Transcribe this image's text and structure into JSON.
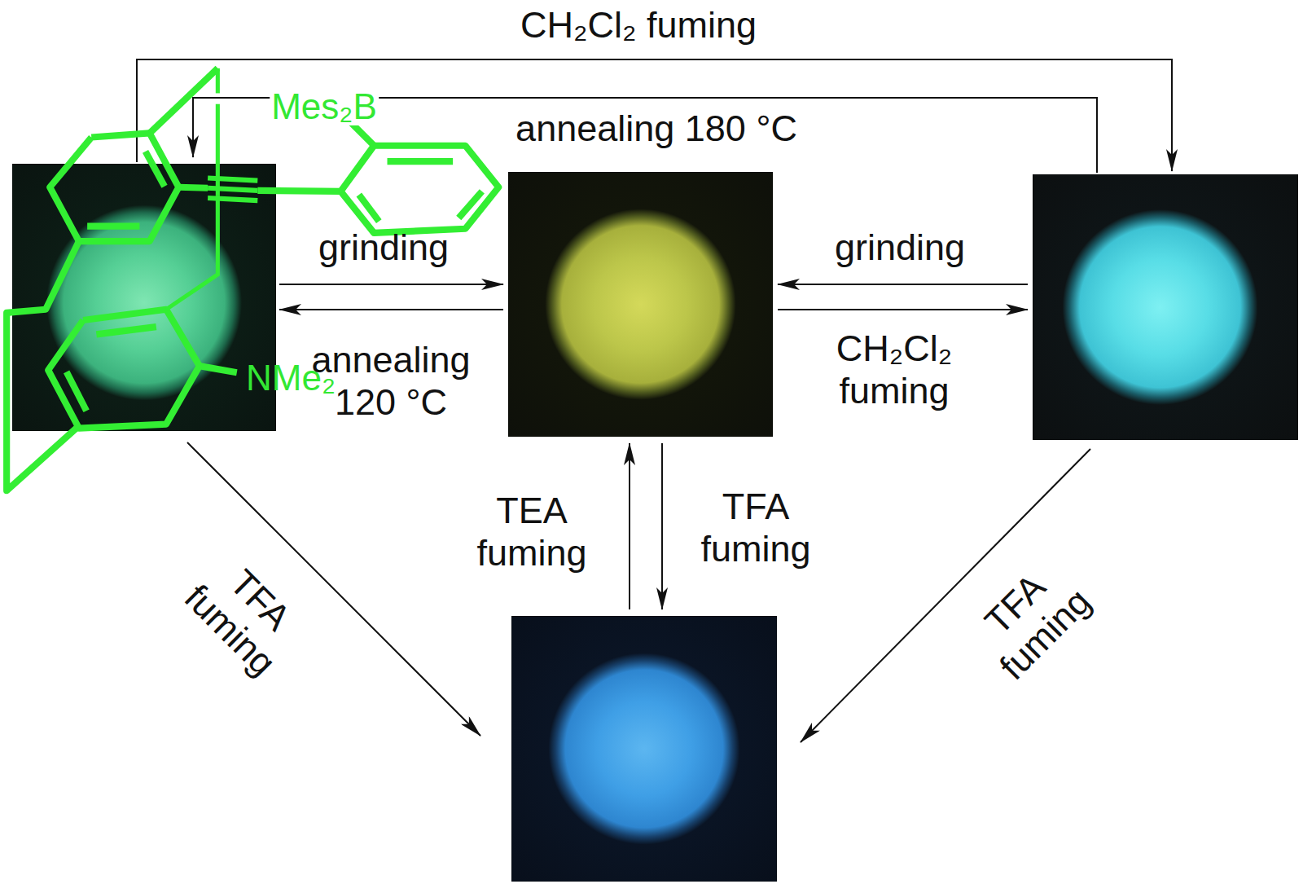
{
  "diagram": {
    "nodes": [
      {
        "text": [
          "Mes₂B",
          "NMe₂"
        ]
      },
      {
        "text": []
      },
      {
        "text": []
      },
      {
        "text": []
      }
    ],
    "edges": [
      {
        "from": 0,
        "to": 1,
        "label": "grinding",
        "arrow": "to"
      },
      {
        "from": 1,
        "to": 0,
        "label": "annealing 120 °C",
        "arrow": "to"
      },
      {
        "from": 2,
        "to": 1,
        "label": "grinding",
        "arrow": "to"
      },
      {
        "from": 1,
        "to": 2,
        "label": "CH₂Cl₂ fuming",
        "arrow": "to"
      },
      {
        "from": 0,
        "to": 2,
        "label": "CH₂Cl₂ fuming",
        "arrow": "to"
      },
      {
        "from": 2,
        "to": 0,
        "label": "annealing 180 °C",
        "arrow": "to"
      },
      {
        "from": 0,
        "to": 3,
        "label": "TFA fuming",
        "arrow": "to"
      },
      {
        "from": 1,
        "to": 3,
        "label": "TFA fuming",
        "arrow": "to"
      },
      {
        "from": 3,
        "to": 1,
        "label": "TEA fuming",
        "arrow": "to"
      },
      {
        "from": 2,
        "to": 3,
        "label": "TFA fuming",
        "arrow": "to"
      }
    ]
  }
}
